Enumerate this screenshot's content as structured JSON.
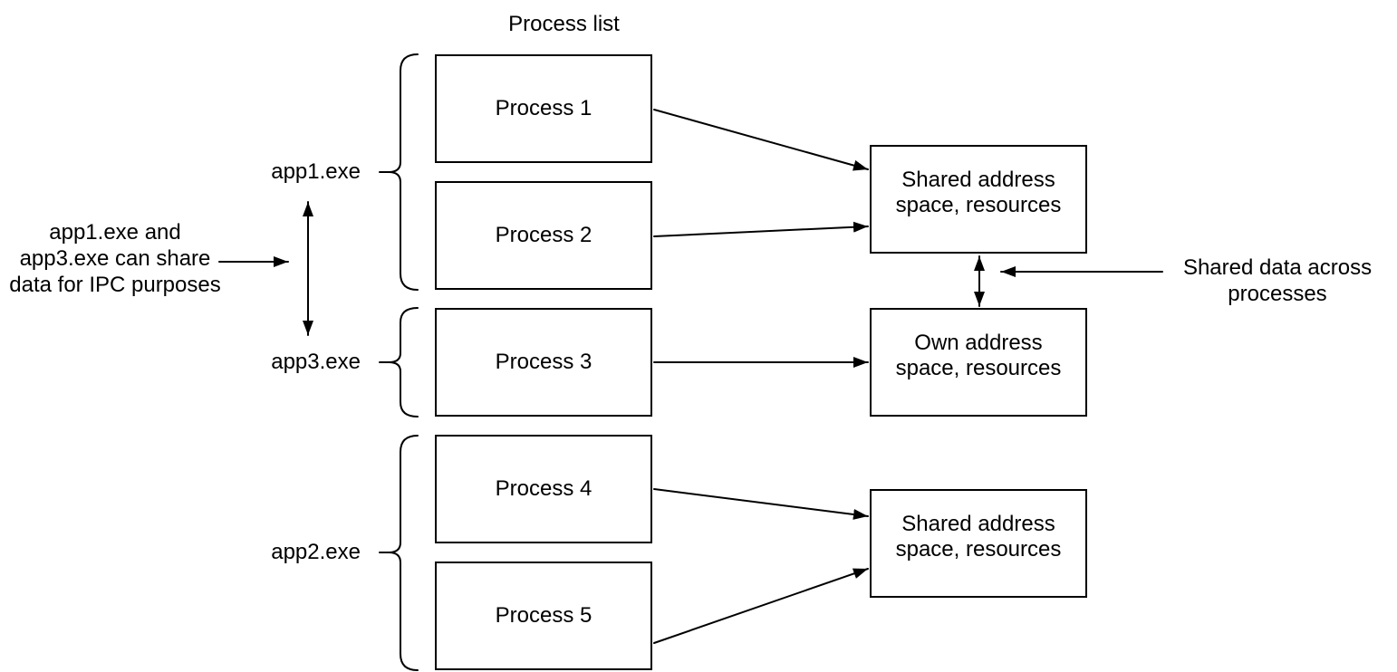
{
  "diagram": {
    "title": "Process list",
    "background_color": "#ffffff",
    "stroke_color": "#000000",
    "process_boxes": [
      {
        "label": "Process 1"
      },
      {
        "label": "Process 2"
      },
      {
        "label": "Process 3"
      },
      {
        "label": "Process 4"
      },
      {
        "label": "Process 5"
      }
    ],
    "address_boxes": [
      {
        "label": "Shared address\nspace, resources"
      },
      {
        "label": "Own address\nspace, resources"
      },
      {
        "label": "Shared address\nspace, resources"
      }
    ],
    "app_groups": [
      {
        "label": "app1.exe",
        "processes": [
          "Process 1",
          "Process 2"
        ]
      },
      {
        "label": "app3.exe",
        "processes": [
          "Process 3"
        ]
      },
      {
        "label": "app2.exe",
        "processes": [
          "Process 4",
          "Process 5"
        ]
      }
    ],
    "notes": {
      "ipc": "app1.exe and\napp3.exe can share\ndata for IPC purposes",
      "shared": "Shared data across\nprocesses"
    }
  }
}
